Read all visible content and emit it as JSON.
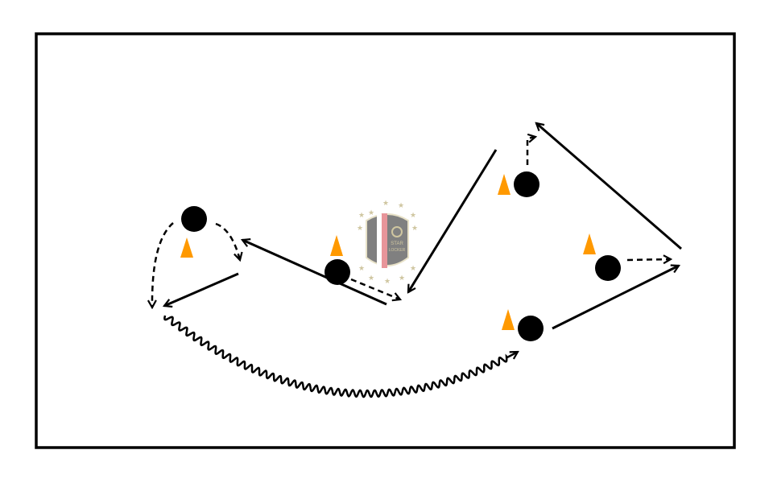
{
  "diagram": {
    "title": "Soccer drill diagram",
    "colors": {
      "player": "#000000",
      "cone": "#ff9900",
      "line": "#000000",
      "field_border": "#000000",
      "logo_gold": "#cfc6a0",
      "logo_gray": "#808080",
      "logo_red": "#e8959a"
    },
    "logo": {
      "text_line1": "STAR",
      "text_line2": "LOCKER"
    },
    "counts": {
      "players": 5,
      "cones": 5,
      "passes": 5,
      "runs": 5,
      "dribbles": 1
    }
  }
}
